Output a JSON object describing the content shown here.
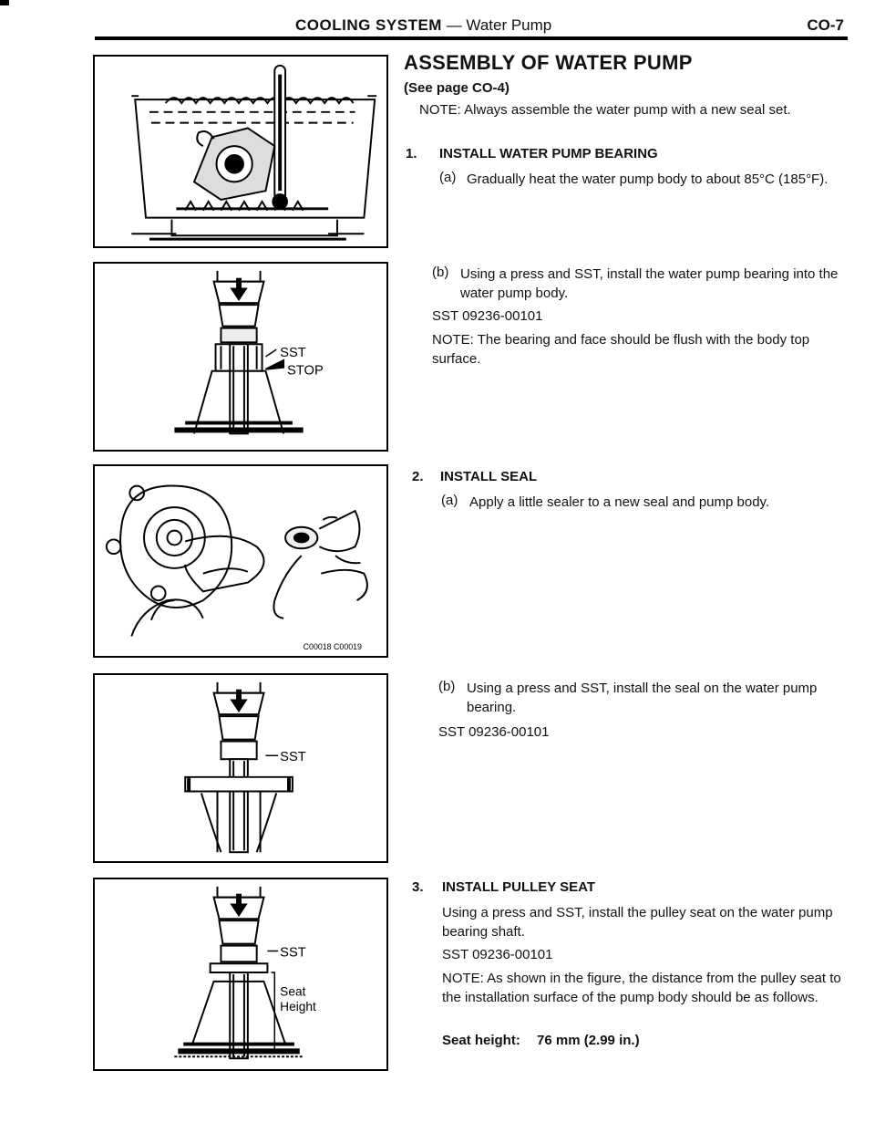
{
  "header": {
    "title_bold": "COOLING SYSTEM",
    "title_rest": " — Water Pump",
    "page_code": "CO-7"
  },
  "section": {
    "heading": "ASSEMBLY OF WATER PUMP",
    "see_page": "(See page CO-4)",
    "note": "NOTE:   Always assemble the water pump with a new seal set."
  },
  "steps": [
    {
      "number": "1.",
      "title": "INSTALL WATER PUMP BEARING",
      "sub_a_label": "(a)",
      "sub_a": "Gradually heat the water pump body to about 85°C (185°F).",
      "sub_b_label": "(b)",
      "sub_b": "Using a press and SST, install the water pump bearing into the water pump body.",
      "sst": "SST 09236-00101",
      "note": "NOTE:   The bearing and face should be flush with the body top surface."
    },
    {
      "number": "2.",
      "title": "INSTALL SEAL",
      "sub_a_label": "(a)",
      "sub_a": "Apply a little sealer to a new seal and pump body.",
      "sub_b_label": "(b)",
      "sub_b": "Using a press and SST, install the seal on the water pump bearing.",
      "sst": "SST 09236-00101"
    },
    {
      "number": "3.",
      "title": "INSTALL PULLEY SEAT",
      "body": "Using a press and SST, install the pulley seat on the water pump bearing shaft.",
      "sst": "SST 09236-00101",
      "note": "NOTE:   As shown in the figure, the distance from the pulley seat to the installation surface of the pump body should be as follows.",
      "spec_label": "Seat height:",
      "spec_value": "76 mm (2.99 in.)"
    }
  ],
  "figures": {
    "fig2_labels": {
      "sst": "SST",
      "stop": "STOP"
    },
    "fig3_caption": "C00018  C00019",
    "fig4_labels": {
      "sst": "SST"
    },
    "fig5_labels": {
      "sst": "SST",
      "seat": "Seat",
      "height": "Height"
    }
  }
}
